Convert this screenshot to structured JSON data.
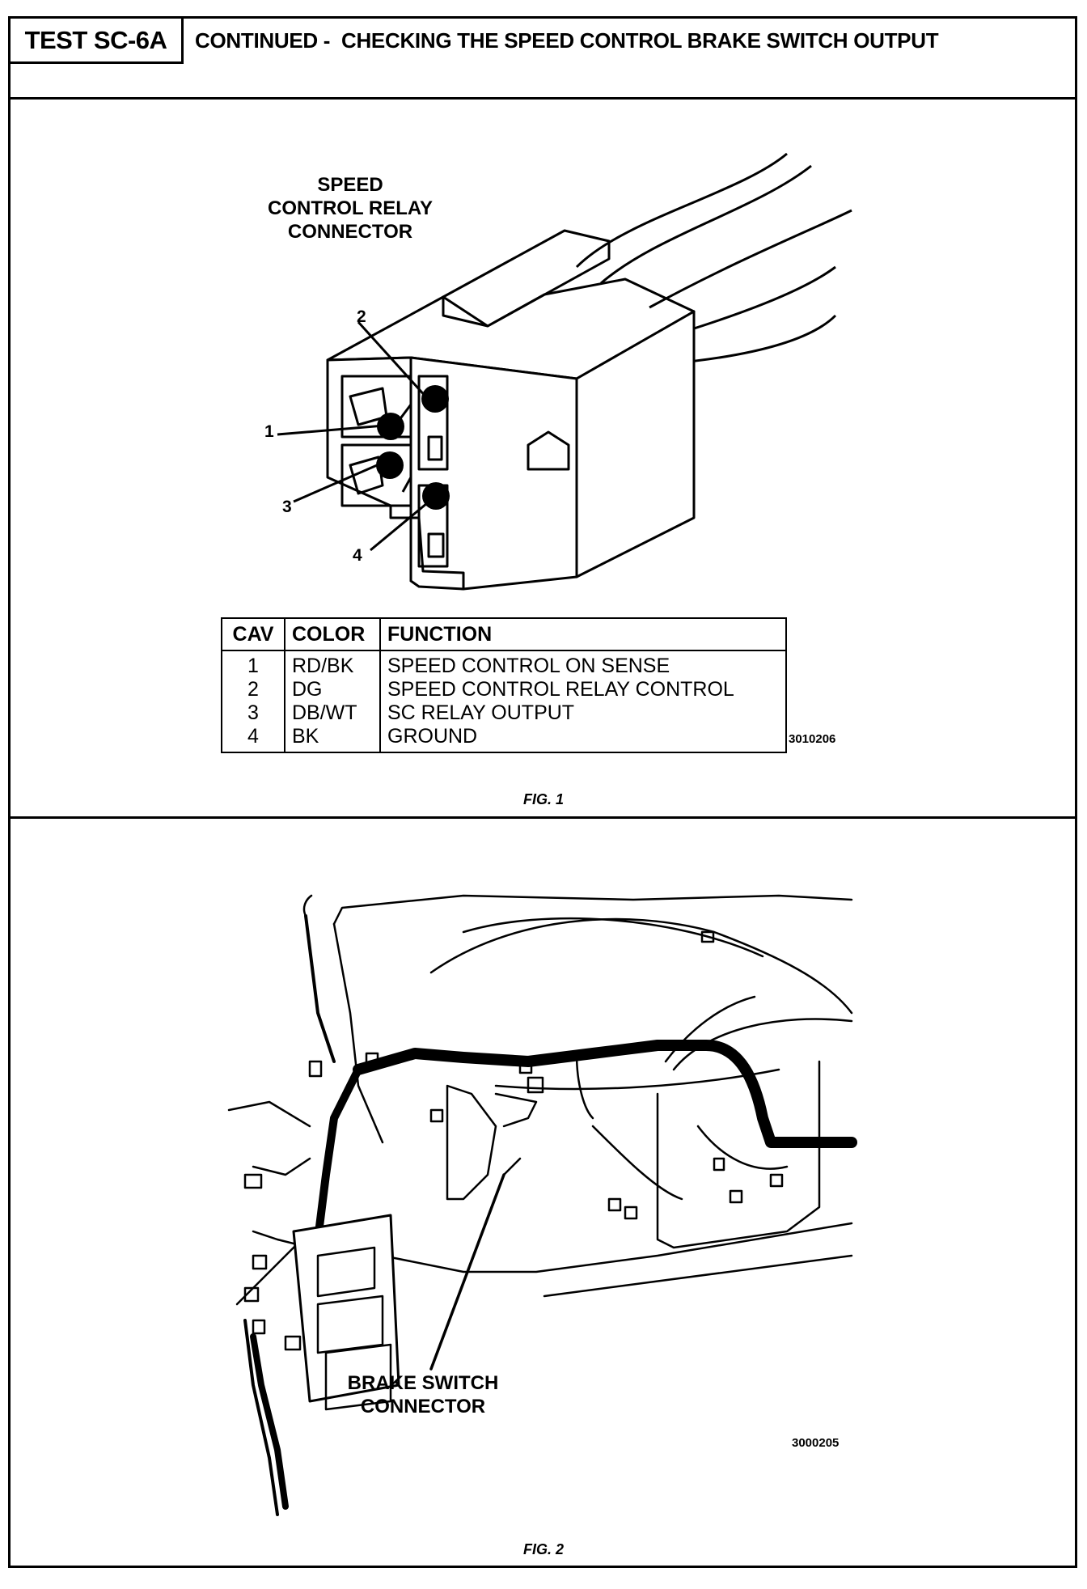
{
  "header": {
    "test_id": "TEST SC-6A",
    "title": "CONTINUED -  CHECKING THE SPEED CONTROL BRAKE SWITCH OUTPUT"
  },
  "fig1": {
    "connector_label_lines": [
      "SPEED",
      "CONTROL RELAY",
      "CONNECTOR"
    ],
    "pin_numbers": [
      "1",
      "2",
      "3",
      "4"
    ],
    "table": {
      "headers": [
        "CAV",
        "COLOR",
        "FUNCTION"
      ],
      "rows": [
        [
          "1",
          "RD/BK",
          "SPEED CONTROL ON SENSE"
        ],
        [
          "2",
          "DG",
          "SPEED CONTROL RELAY CONTROL"
        ],
        [
          "3",
          "DB/WT",
          "SC RELAY OUTPUT"
        ],
        [
          "4",
          "BK",
          "GROUND"
        ]
      ]
    },
    "part_number": "3010206",
    "caption": "FIG. 1"
  },
  "fig2": {
    "callout_lines": [
      "BRAKE SWITCH",
      "CONNECTOR"
    ],
    "part_number": "3000205",
    "caption": "FIG. 2"
  }
}
